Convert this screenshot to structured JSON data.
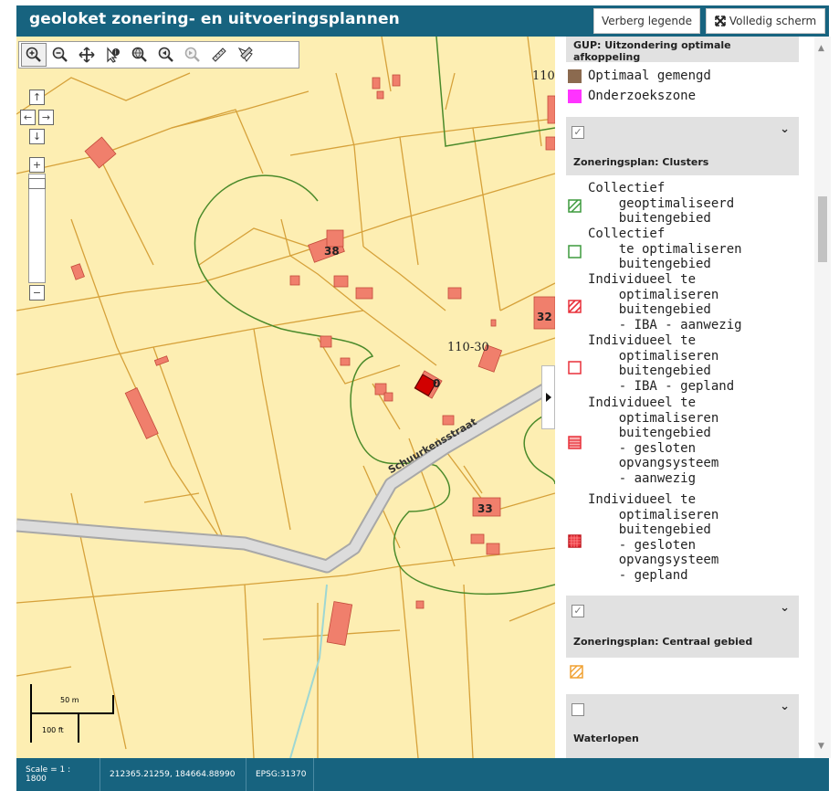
{
  "header": {
    "title": "geoloket zonering- en uitvoeringsplannen",
    "legend_button": "Verberg legende",
    "fullscreen_button": "Volledig scherm"
  },
  "map": {
    "labels": {
      "road": "Schuurkensstraat",
      "parcel_110_30": "110-30",
      "parcel_110": "110",
      "house_38": "38",
      "house_32": "32",
      "house_33": "33",
      "house_0": "0"
    },
    "scalebar": {
      "metric": "50 m",
      "imperial": "100 ft"
    }
  },
  "legend": {
    "group1": {
      "title": "GUP: Uitzondering optimale afkoppeling",
      "items": [
        {
          "label": "Optimaal gemengd",
          "color": "#8b6a4f"
        },
        {
          "label": "Onderzoekszone",
          "color": "#ff33ff"
        }
      ]
    },
    "group2": {
      "title": "Zoneringsplan: Clusters",
      "items": [
        {
          "label": "Collectief\n    geoptimaliseerd\n    buitengebied",
          "color": "#3d9a3d"
        },
        {
          "label": "Collectief\n    te optimaliseren\n    buitengebied",
          "color": "#3d9a3d"
        },
        {
          "label": "Individueel te\n    optimaliseren\n    buitengebied\n    - IBA - aanwezig",
          "color": "#e8303a"
        },
        {
          "label": "Individueel te\n    optimaliseren\n    buitengebied\n    - IBA - gepland",
          "color": "#e8303a"
        },
        {
          "label": "Individueel te\n    optimaliseren\n    buitengebied\n    - gesloten\n    opvangsysteem\n    - aanwezig",
          "color": "#e8303a"
        },
        {
          "label": "Individueel te\n    optimaliseren\n    buitengebied\n    - gesloten\n    opvangsysteem\n    - gepland",
          "color": "#e8303a"
        }
      ]
    },
    "group3": {
      "title": "Zoneringsplan: Centraal gebied",
      "color": "#f0a030"
    },
    "group4": {
      "title": "Waterlopen"
    }
  },
  "status": {
    "scale": "Scale = 1 : 1800",
    "coords": "212365.21259, 184664.88990",
    "epsg": "EPSG:31370"
  }
}
